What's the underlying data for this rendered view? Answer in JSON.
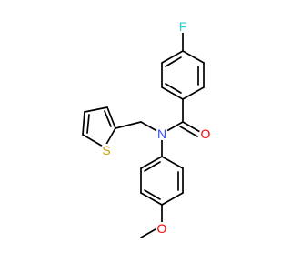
{
  "atoms": {
    "fluorine": {
      "symbol": "F",
      "color": "#33CCCC"
    },
    "oxygen_carbonyl": {
      "symbol": "O",
      "color": "#FF0000"
    },
    "nitrogen": {
      "symbol": "N",
      "color": "#3050F8"
    },
    "sulfur": {
      "symbol": "S",
      "color": "#C8A000"
    },
    "oxygen_methoxy": {
      "symbol": "O",
      "color": "#FF0000"
    }
  },
  "bond_color": "#000000"
}
